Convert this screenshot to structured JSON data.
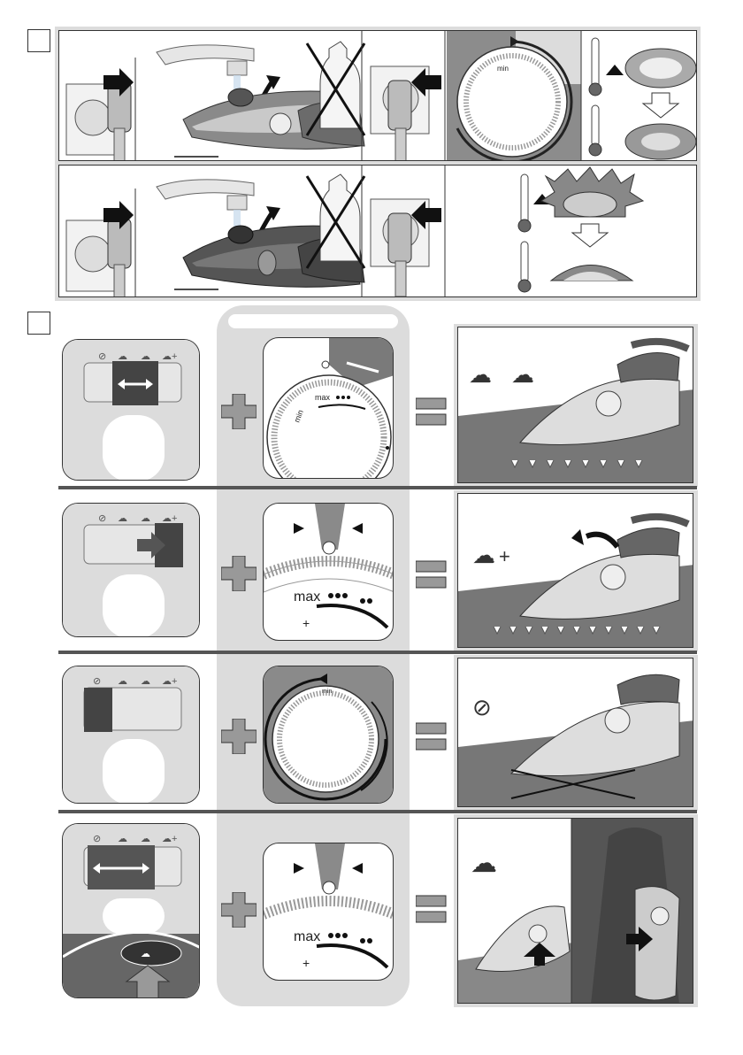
{
  "steps": [
    {
      "number": "",
      "id": "fill"
    },
    {
      "number": "",
      "id": "steam"
    }
  ],
  "dial": {
    "min_label": "min",
    "max_label": "max",
    "plus_label": "+"
  },
  "steam_setting": {
    "boost_plus": "+"
  },
  "colors": {
    "panel_gray": "#dcdcdc",
    "dark_gray": "#5a5a5a",
    "medium_gray": "#8c8c8c",
    "frame_border": "#333333"
  }
}
